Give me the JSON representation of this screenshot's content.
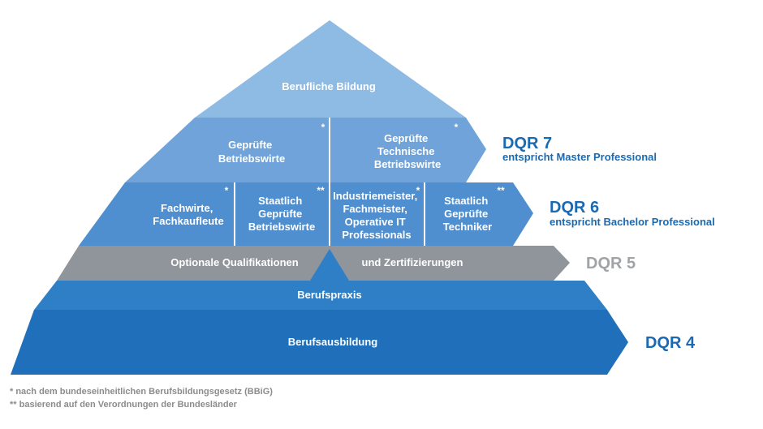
{
  "colors": {
    "top": "#8dbbe3",
    "tier7": "#6fa3d9",
    "tier6": "#4f8ecf",
    "gray": "#8f959b",
    "praxis": "#2e7fc6",
    "ausbildung": "#1f6fbb",
    "dqr_blue": "#1a6ab3",
    "dqr_gray": "#a0a4a8",
    "divider": "#ffffff"
  },
  "top": {
    "label": "Berufliche Bildung"
  },
  "tier7": {
    "left": {
      "lines": [
        "Geprüfte",
        "Betriebswirte"
      ],
      "mark": "*"
    },
    "right": {
      "lines": [
        "Geprüfte",
        "Technische",
        "Betriebswirte"
      ],
      "mark": "*"
    },
    "dqr": {
      "title": "DQR 7",
      "subtitle": "entspricht Master Professional"
    }
  },
  "tier6": {
    "cells": [
      {
        "lines": [
          "Fachwirte,",
          "Fachkaufleute"
        ],
        "mark": "*"
      },
      {
        "lines": [
          "Staatlich",
          "Geprüfte",
          "Betriebswirte"
        ],
        "mark": "**"
      },
      {
        "lines": [
          "Industriemeister,",
          "Fachmeister,",
          "Operative IT",
          "Professionals"
        ],
        "mark": "*"
      },
      {
        "lines": [
          "Staatlich",
          "Geprüfte",
          "Techniker"
        ],
        "mark": "**"
      }
    ],
    "dqr": {
      "title": "DQR 6",
      "subtitle": "entspricht Bachelor Professional"
    }
  },
  "tier5": {
    "left_label": "Optionale Qualifikationen",
    "right_label": "und Zertifizierungen",
    "dqr": {
      "title": "DQR 5"
    }
  },
  "praxis": {
    "label": "Berufspraxis"
  },
  "ausbildung": {
    "label": "Berufsausbildung",
    "dqr": {
      "title": "DQR 4"
    }
  },
  "footnotes": {
    "single": "* nach dem bundeseinheitlichen Berufsbildungsgesetz (BBiG)",
    "double": "** basierend auf den Verordnungen der Bundesländer"
  }
}
